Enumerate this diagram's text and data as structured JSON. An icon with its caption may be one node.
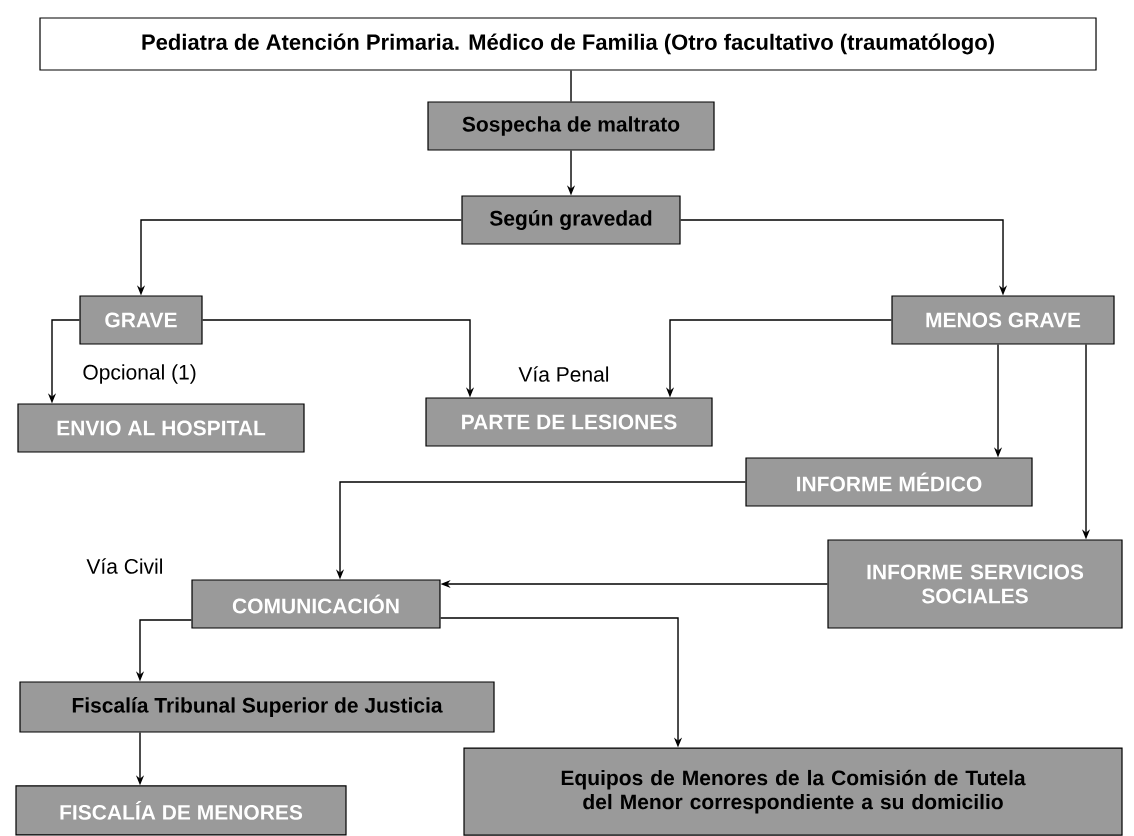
{
  "diagram": {
    "nodes": [
      {
        "text": [
          "Pediatra de Atención Primaria. Médico de Familia (Otro facultativo (traumatólogo)"
        ]
      },
      {
        "text": [
          "Sospecha de maltrato"
        ]
      },
      {
        "text": [
          "Según gravedad"
        ]
      },
      {
        "text": [
          "GRAVE"
        ]
      },
      {
        "text": [
          "MENOS GRAVE"
        ]
      },
      {
        "text": [
          "ENVIO AL HOSPITAL"
        ]
      },
      {
        "text": [
          "PARTE DE LESIONES"
        ]
      },
      {
        "text": [
          "INFORME MÉDICO"
        ]
      },
      {
        "text": [
          "INFORME SERVICIOS SOCIALES"
        ]
      },
      {
        "text": [
          "COMUNICACIÓN"
        ]
      },
      {
        "text": [
          "Fiscalía Tribunal Superior de Justicia"
        ]
      },
      {
        "text": [
          "FISCALÍA DE MENORES"
        ]
      },
      {
        "text": [
          "Equipos de Menores de la Comisión de Tutela del Menor correspondiente a su domicilio"
        ]
      }
    ],
    "edges": [
      {
        "from": 0,
        "to": 1,
        "arrow": "none"
      },
      {
        "from": 1,
        "to": 2,
        "arrow": "to"
      },
      {
        "from": 2,
        "to": 3,
        "arrow": "to"
      },
      {
        "from": 2,
        "to": 4,
        "arrow": "to"
      },
      {
        "from": 3,
        "to": 5,
        "arrow": "to",
        "label": "Opcional (1)"
      },
      {
        "from": 3,
        "to": 6,
        "arrow": "to"
      },
      {
        "from": 4,
        "to": 6,
        "arrow": "to",
        "label": "Vía Penal"
      },
      {
        "from": 4,
        "to": 7,
        "arrow": "to"
      },
      {
        "from": 4,
        "to": 8,
        "arrow": "to"
      },
      {
        "from": 7,
        "to": 9,
        "arrow": "to"
      },
      {
        "from": 8,
        "to": 9,
        "arrow": "to"
      },
      {
        "from": 9,
        "to": 10,
        "arrow": "to"
      },
      {
        "from": 9,
        "to": 12,
        "arrow": "to"
      },
      {
        "from": 10,
        "to": 11,
        "arrow": "to"
      }
    ],
    "labels": [
      "Vía Civil"
    ]
  }
}
